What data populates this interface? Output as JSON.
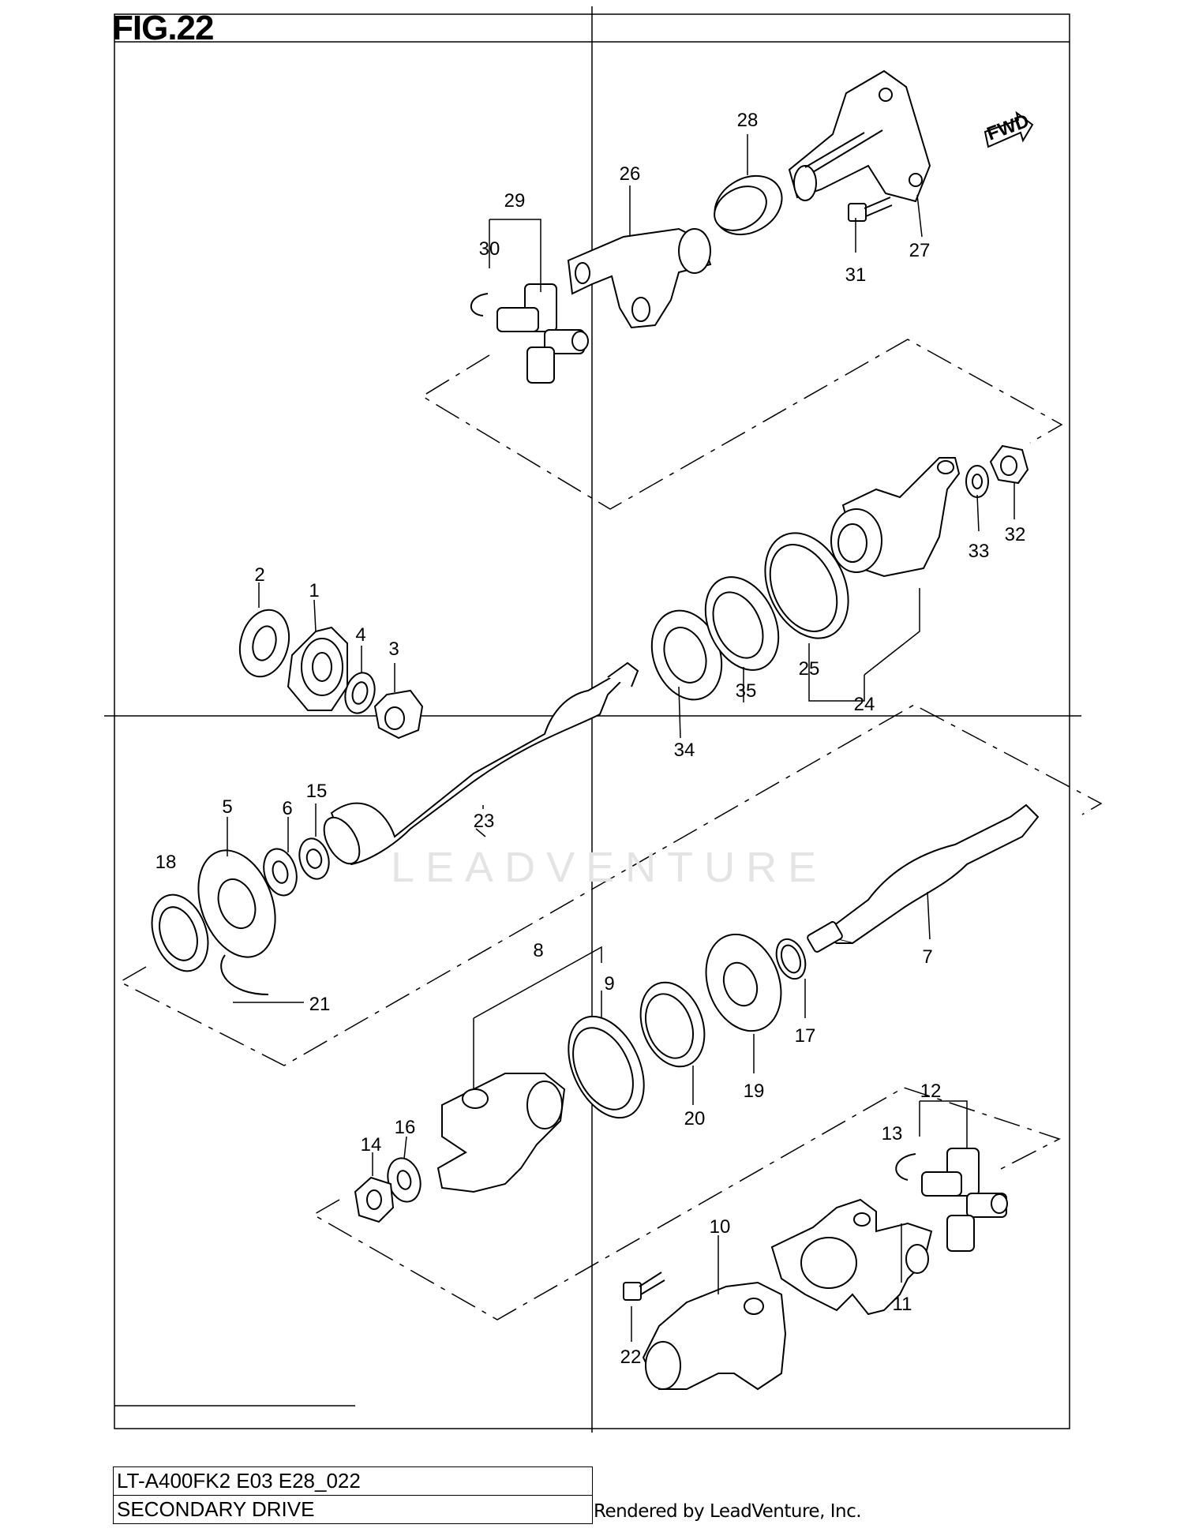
{
  "figure": {
    "title": "FIG.22",
    "fwd_label": "FWD",
    "part_numbers": [
      "1",
      "2",
      "3",
      "4",
      "5",
      "6",
      "7",
      "8",
      "9",
      "10",
      "11",
      "12",
      "13",
      "14",
      "15",
      "16",
      "17",
      "18",
      "19",
      "20",
      "21",
      "22",
      "23",
      "24",
      "25",
      "26",
      "27",
      "28",
      "29",
      "30",
      "31",
      "32",
      "33",
      "34",
      "35"
    ]
  },
  "caption": {
    "model": "LT-A400FK2 E03 E28_022",
    "section": "SECONDARY DRIVE"
  },
  "watermark": "LEADVENTURE",
  "credit": "Rendered by LeadVenture, Inc.",
  "colors": {
    "line": "#000000",
    "watermark": "#e4e4e4",
    "background": "#ffffff"
  }
}
